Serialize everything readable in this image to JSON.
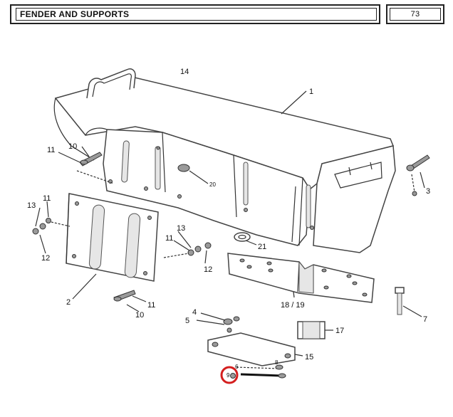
{
  "header": {
    "title": "FENDER AND SUPPORTS",
    "page_number": "73"
  },
  "callouts": {
    "c14": "14",
    "c1": "1",
    "c10": "10",
    "c11a": "11",
    "c11b": "11",
    "c13a": "13",
    "c12a": "12",
    "c2": "2",
    "c3": "3",
    "c13b": "13",
    "c11c": "11",
    "c12b": "12",
    "c21": "21",
    "c1819": "18 / 19",
    "c7": "7",
    "c10b": "10",
    "c11d": "11",
    "c4": "4",
    "c5": "5",
    "c17": "17",
    "c15": "15",
    "c6": "6",
    "c8": "8",
    "c9": "9"
  },
  "highlight": {
    "target": "9",
    "color": "#d41f1f"
  }
}
